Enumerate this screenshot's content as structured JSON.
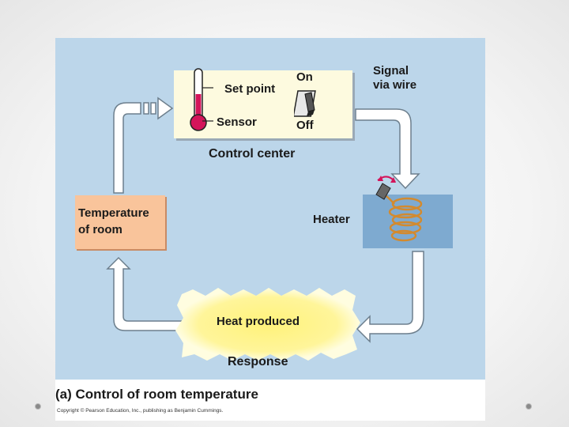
{
  "labels": {
    "set_point": "Set point",
    "sensor": "Sensor",
    "on": "On",
    "off": "Off",
    "signal": "Signal",
    "via_wire": "via wire",
    "control_center": "Control center",
    "temperature": "Temperature",
    "of_room": "of room",
    "heater": "Heater",
    "heat_produced": "Heat produced",
    "response": "Response"
  },
  "caption": "(a) Control of room temperature",
  "copyright": "Copyright © Pearson Education, Inc., publishing as Benjamin Cummings.",
  "colors": {
    "diagram_bg": "#bcd6ea",
    "control_box": "#fdfadf",
    "room_box": "#f9c49b",
    "heater_box": "#7eaad0",
    "heat_glow": "#fff27a",
    "thermometer_fluid": "#d4145a",
    "coil": "#d38a2e"
  }
}
